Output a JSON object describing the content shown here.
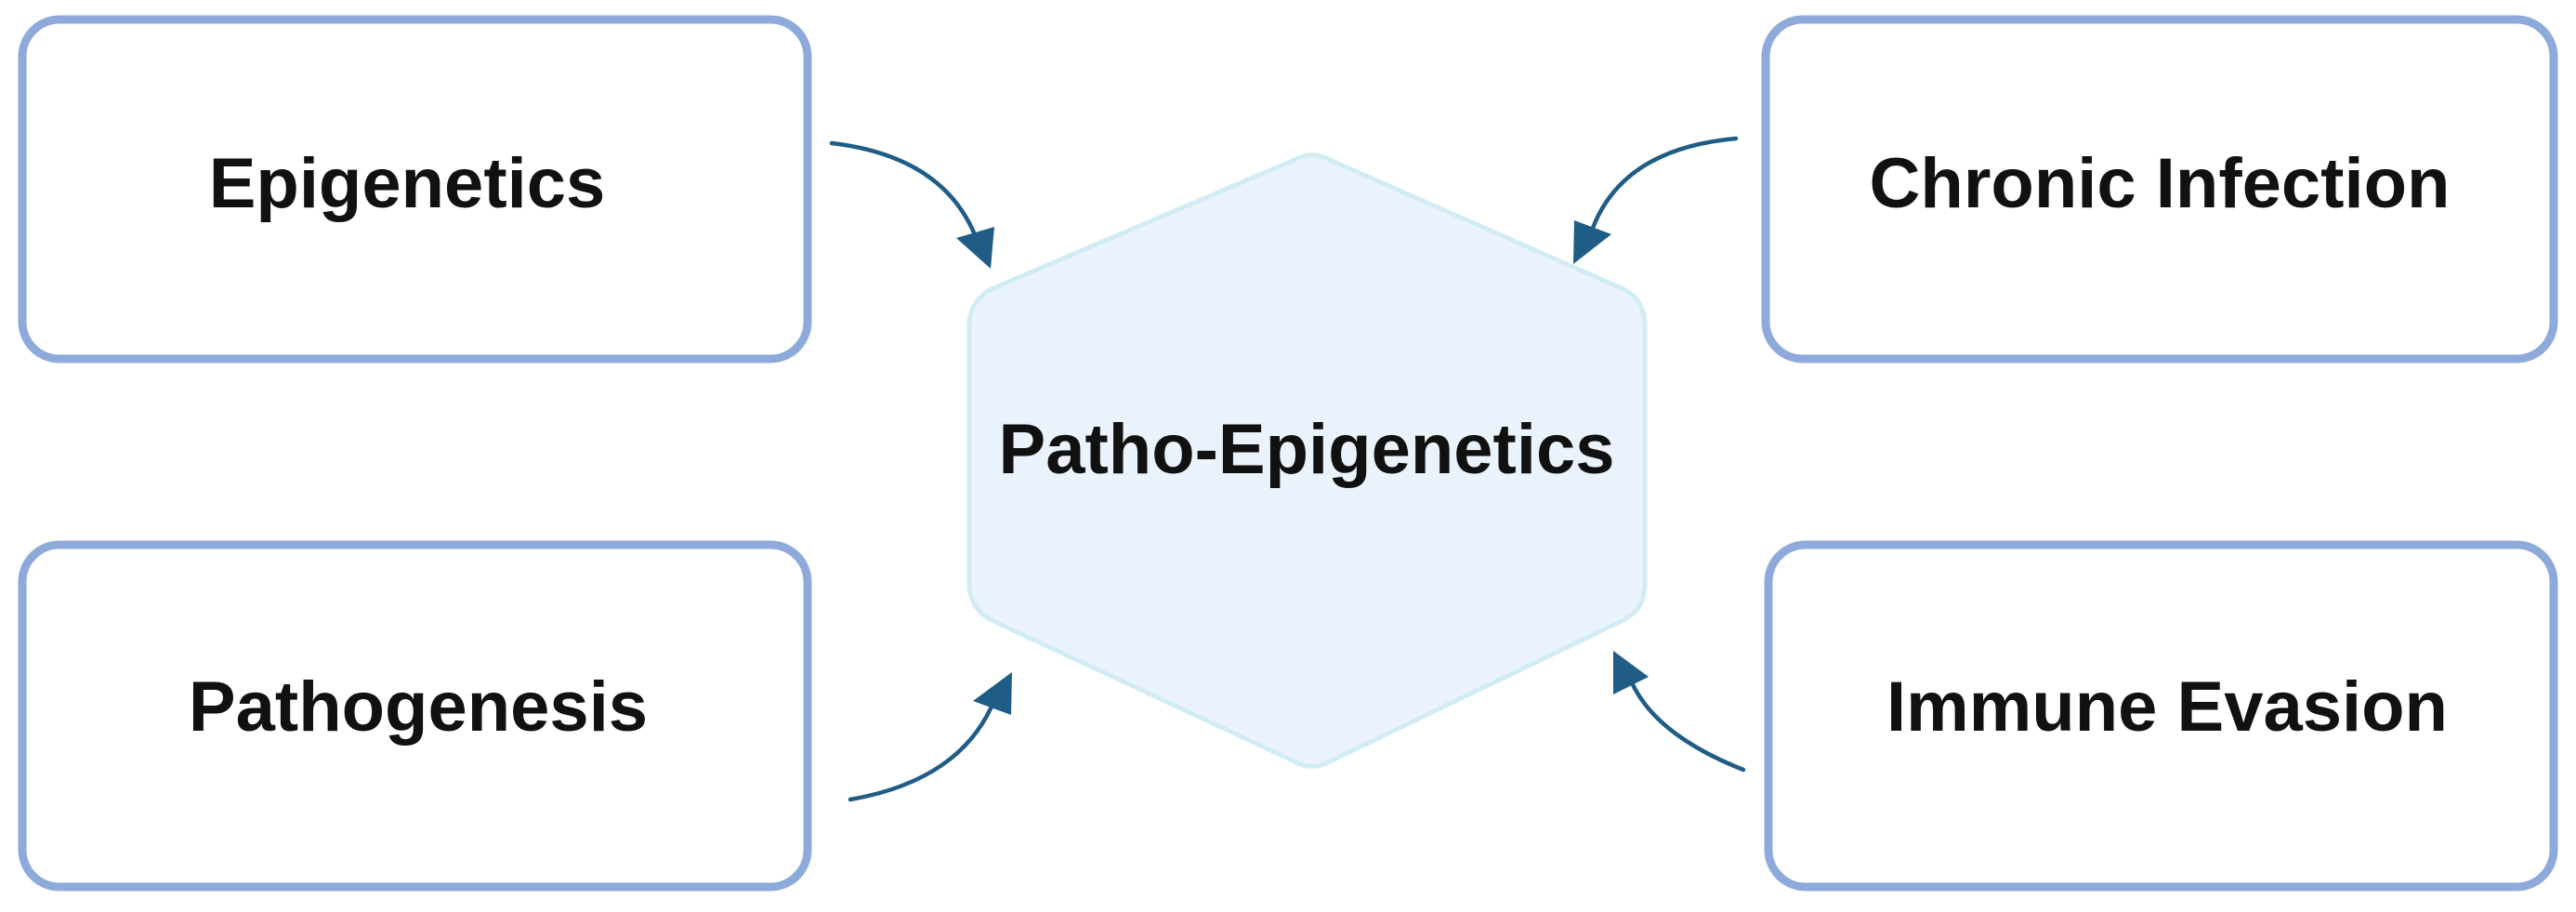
{
  "diagram": {
    "center": {
      "label": "Patho-Epigenetics"
    },
    "nodes": [
      {
        "id": "epigenetics",
        "label": "Epigenetics"
      },
      {
        "id": "chronic-infection",
        "label": "Chronic Infection"
      },
      {
        "id": "pathogenesis",
        "label": "Pathogenesis"
      },
      {
        "id": "immune-evasion",
        "label": "Immune Evasion"
      }
    ],
    "colors": {
      "box_border": "#8eaadb",
      "hexagon_fill": "#eaf3fb",
      "hexagon_border": "#d2ecf3",
      "arrow": "#1f5d87",
      "text": "#111111"
    }
  }
}
